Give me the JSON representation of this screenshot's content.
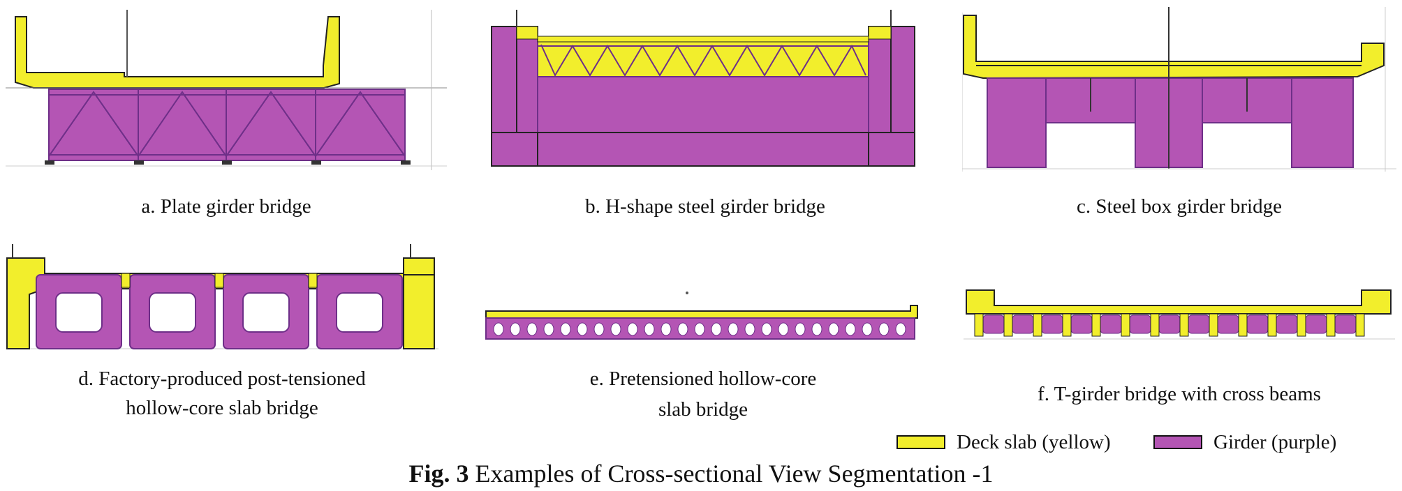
{
  "colors": {
    "deck": "#f2ee2c",
    "girder": "#b455b4",
    "outline": "#6e2f88",
    "line": "#333333"
  },
  "panels": [
    {
      "id": "a",
      "caption": "a. Plate girder bridge"
    },
    {
      "id": "b",
      "caption": "b. H-shape steel girder bridge"
    },
    {
      "id": "c",
      "caption": "c. Steel box girder bridge"
    },
    {
      "id": "d",
      "caption_line1": "d. Factory-produced post-tensioned",
      "caption_line2": "hollow-core slab bridge"
    },
    {
      "id": "e",
      "caption_line1": "e. Pretensioned hollow-core",
      "caption_line2": "slab bridge"
    },
    {
      "id": "f",
      "caption": "f. T-girder bridge with cross beams"
    }
  ],
  "legend": {
    "deck_label": "Deck slab (yellow)",
    "girder_label": "Girder (purple)"
  },
  "figure_caption": {
    "prefix": "Fig. 3",
    "text": " Examples of Cross-sectional View Segmentation -1"
  }
}
